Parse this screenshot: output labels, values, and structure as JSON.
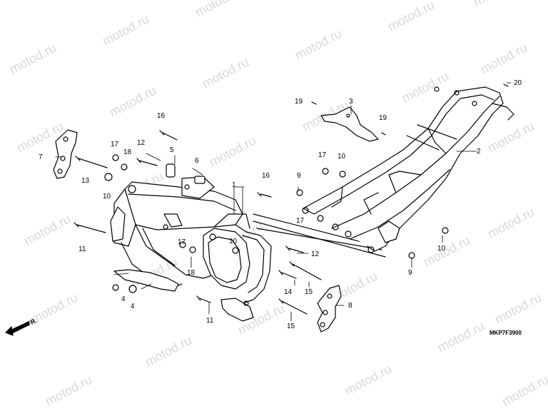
{
  "watermark": "motod.ru",
  "diagram_code": "MKP7F3900",
  "direction_label": "FR.",
  "callouts": {
    "n1": "1",
    "n2": "2",
    "n3": "3",
    "n4a": "4",
    "n4b": "4",
    "n5": "5",
    "n6": "6",
    "n7": "7",
    "n8": "8",
    "n9a": "9",
    "n9b": "9",
    "n10a": "10",
    "n10b": "10",
    "n10c": "10",
    "n10d": "10",
    "n11a": "11",
    "n11b": "11",
    "n12a": "12",
    "n12b": "12",
    "n13": "13",
    "n14": "14",
    "n15a": "15",
    "n15b": "15",
    "n16a": "16",
    "n16b": "16",
    "n17a": "17",
    "n17b": "17",
    "n17c": "17",
    "n17d": "17",
    "n18a": "18",
    "n18b": "18",
    "n19a": "19",
    "n19b": "19",
    "n20": "20"
  }
}
